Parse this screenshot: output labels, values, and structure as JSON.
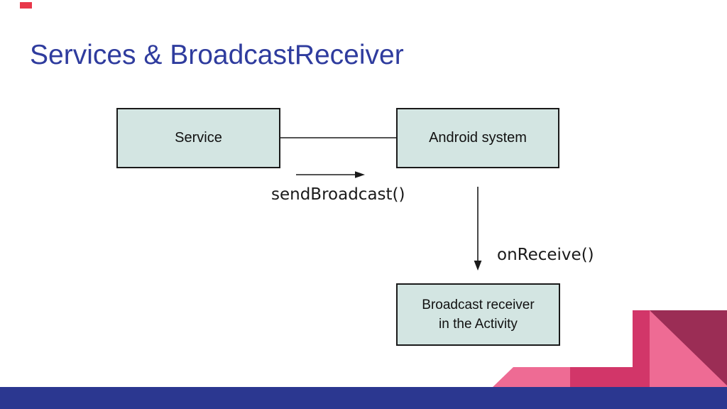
{
  "slide": {
    "title": "Services & BroadcastReceiver",
    "colors": {
      "title_blue": "#2F3C9E",
      "footer_blue": "#2B3790",
      "pink_light": "#EE6B94",
      "pink_mid": "#D23669",
      "maroon": "#9B2D55",
      "red_mark": "#E8374A",
      "box_fill": "#D3E5E2",
      "box_border": "#1A1A1A",
      "line_black": "#1A1A1A"
    }
  },
  "diagram": {
    "service_box": {
      "label": "Service"
    },
    "android_box": {
      "label": "Android system"
    },
    "receiver_box": {
      "line1": "Broadcast receiver",
      "line2": "in the Activity"
    },
    "send_broadcast_label": "sendBroadcast()",
    "on_receive_label": "onReceive()"
  }
}
